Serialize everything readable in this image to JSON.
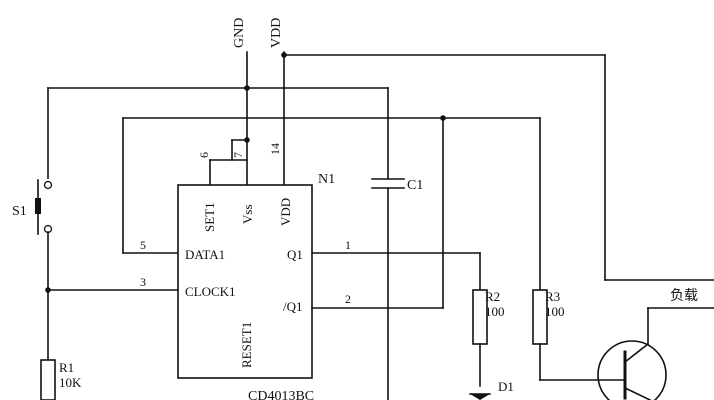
{
  "rails": {
    "gnd": "GND",
    "vdd": "VDD"
  },
  "ic": {
    "ref": "N1",
    "part": "CD4013BC",
    "pins": {
      "set": "SET1",
      "vss": "Vss",
      "vdd": "VDD",
      "data": "DATA1",
      "clock": "CLOCK1",
      "reset": "RESET1",
      "q": "Q1",
      "qbar": "/Q1"
    },
    "pin_numbers": {
      "set": "6",
      "vss": "7",
      "vdd": "14",
      "data": "5",
      "clock": "3",
      "q": "1",
      "qbar": "2"
    }
  },
  "components": {
    "c1": "C1",
    "s1": "S1",
    "r1": {
      "ref": "R1",
      "value": "10K"
    },
    "r2": {
      "ref": "R2",
      "value": "100"
    },
    "r3": {
      "ref": "R3",
      "value": "100"
    },
    "d1": "D1",
    "load": "负载"
  }
}
